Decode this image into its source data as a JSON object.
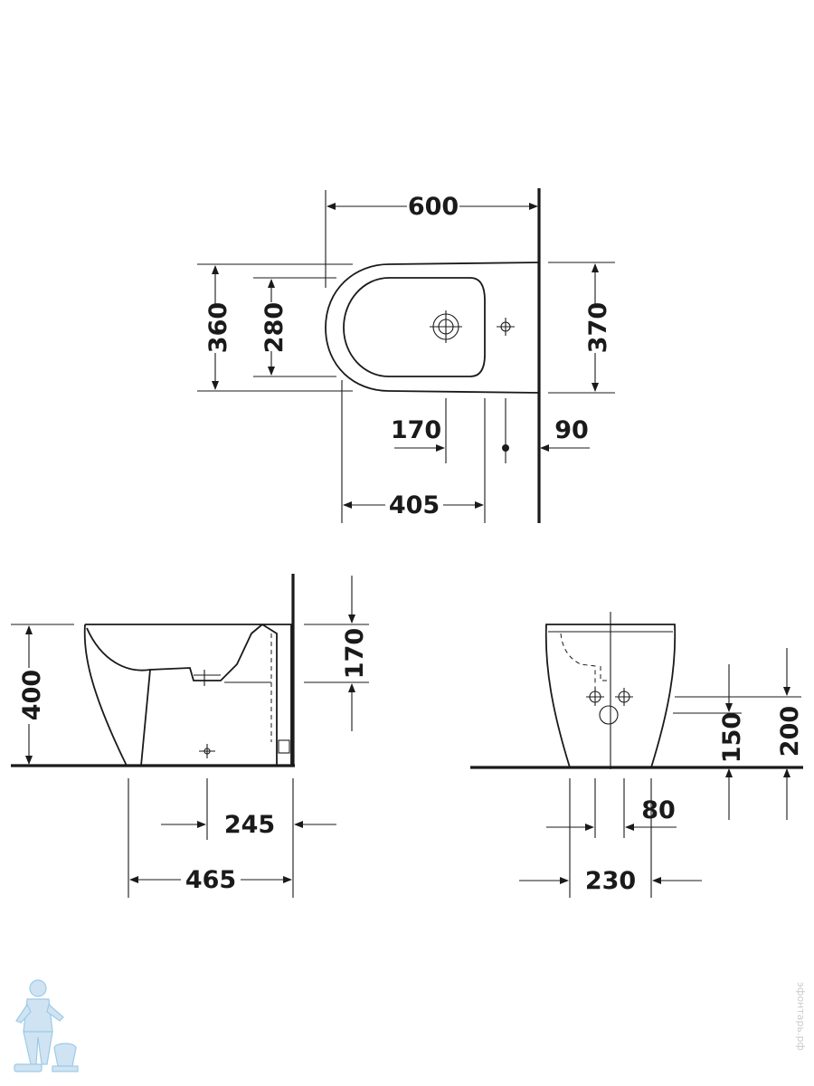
{
  "top_view": {
    "dim_width": "600",
    "dim_depth_outer": "360",
    "dim_depth_inner": "280",
    "dim_wall_width": "370",
    "dim_170": "170",
    "dim_90": "90",
    "dim_405": "405"
  },
  "side_view": {
    "dim_height": "400",
    "dim_170": "170",
    "dim_245": "245",
    "dim_465": "465"
  },
  "front_view": {
    "dim_150": "150",
    "dim_200": "200",
    "dim_80": "80",
    "dim_230": "230"
  },
  "watermark": {
    "text": "эфонтарь.рф"
  },
  "colors": {
    "ink": "#1a1a1a",
    "watermark": "#c8ccd0",
    "logo": "#9ecbe8"
  }
}
